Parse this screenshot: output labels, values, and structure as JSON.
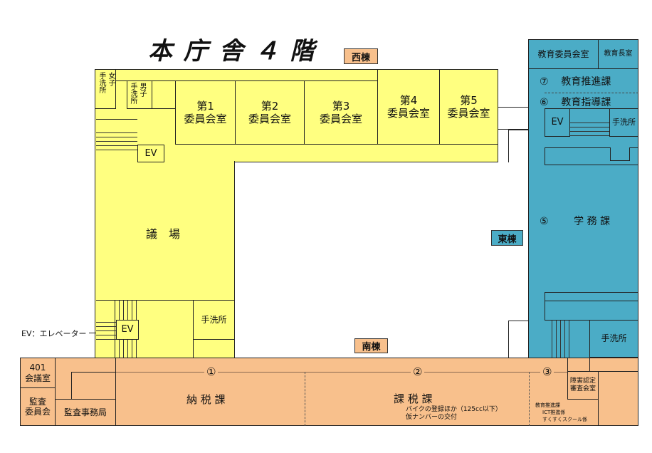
{
  "title": "本 庁 舎 ４ 階",
  "wings": {
    "west": "西棟",
    "east": "東棟",
    "south": "南棟"
  },
  "colors": {
    "west": "#ffff80",
    "east": "#4bacc6",
    "south": "#f8c08c"
  },
  "legend": "EV：エレベーター",
  "west": {
    "restroom_f": "手洗所",
    "restroom_f_sex": "女子",
    "restroom_m": "手洗所",
    "restroom_m_sex": "男子",
    "rooms": [
      {
        "num": "第1",
        "name": "委員会室"
      },
      {
        "num": "第2",
        "name": "委員会室"
      },
      {
        "num": "第3",
        "name": "委員会室"
      },
      {
        "num": "第4",
        "name": "委員会室"
      },
      {
        "num": "第5",
        "name": "委員会室"
      }
    ],
    "ev_top": "EV",
    "assembly": "議　場",
    "ev_bottom": "EV",
    "restroom_bottom": "手洗所"
  },
  "east": {
    "board_room": "教育委員会室",
    "superintendent": "教育長室",
    "div7_num": "⑦",
    "div7": "教育推進課",
    "div6_num": "⑥",
    "div6": "教育指導課",
    "ev": "EV",
    "restroom_top": "手洗所",
    "div5_num": "⑤",
    "div5": "学 務 課",
    "restroom_bottom": "手洗所"
  },
  "south": {
    "meeting401_a": "401",
    "meeting401_b": "会議室",
    "audit_committee_a": "監査",
    "audit_committee_b": "委員会",
    "audit_office": "監査事務局",
    "div1_num": "①",
    "div1": "納 税 課",
    "div2_num": "②",
    "div2": "課 税 課",
    "div2_note1": "バイクの登録ほか（125cc以下）",
    "div2_note2": "仮ナンバーの交付",
    "div3_num": "③",
    "div3_a": "教育推進課",
    "div3_b": "ICT推進係",
    "div3_c": "すくすくスクール係",
    "disability_a": "障害認定",
    "disability_b": "審査会室"
  }
}
